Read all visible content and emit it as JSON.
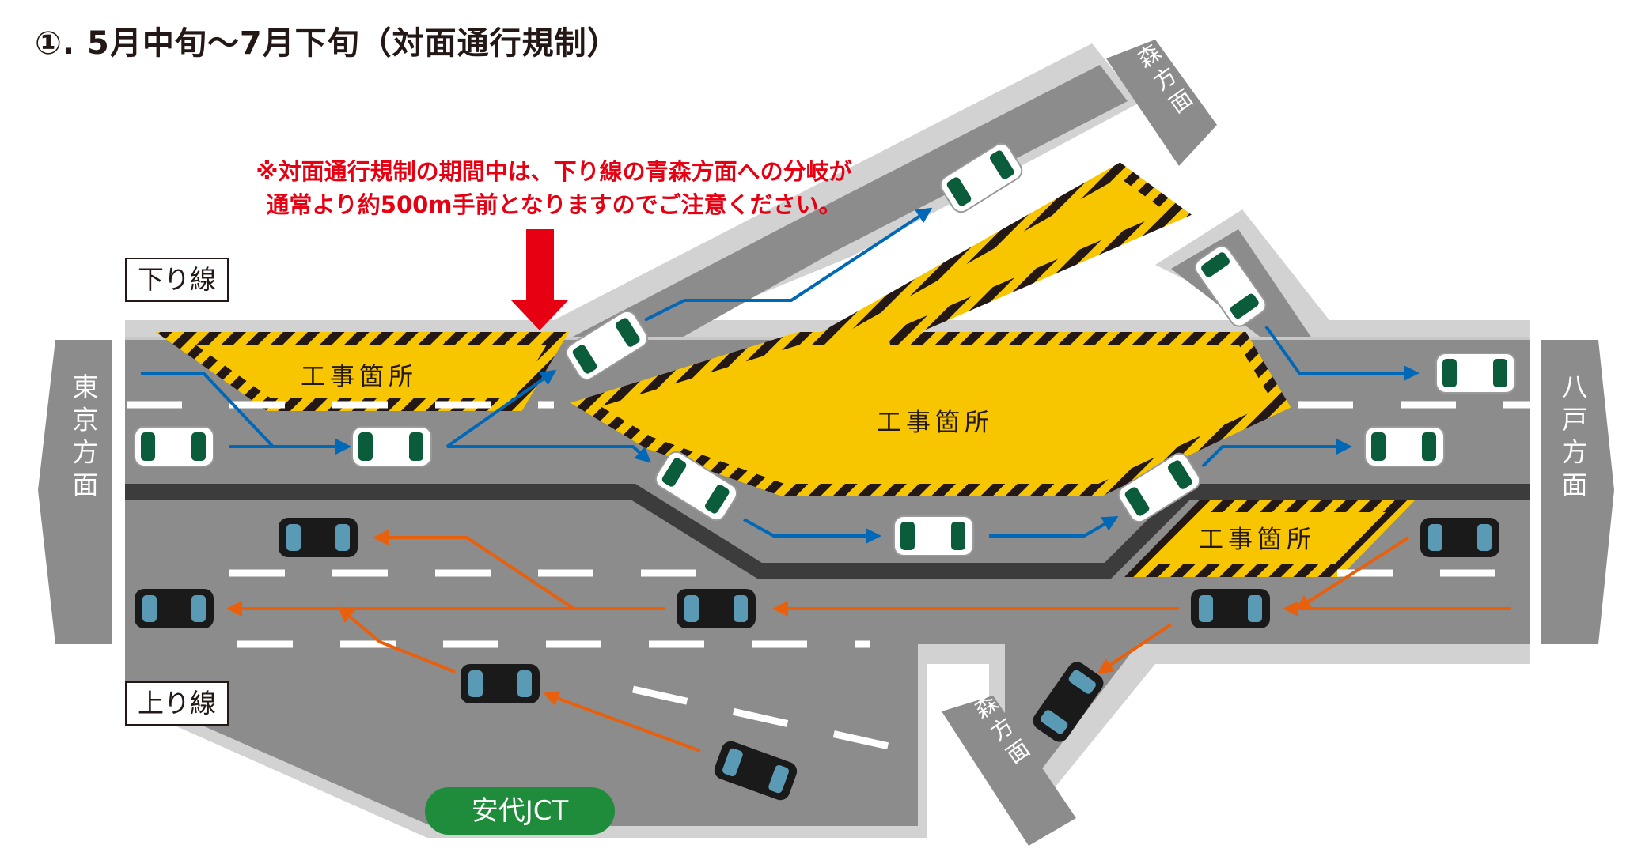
{
  "title": "①. 5月中旬〜7月下旬（対面通行規制）",
  "notice": {
    "line1": "※対面通行規制の期間中は、下り線の青森方面への分岐が",
    "line2": "通常より約500m手前となりますのでご注意ください。"
  },
  "lanes": {
    "outbound": "下り線",
    "inbound": "上り線"
  },
  "junction": "安代JCT",
  "work_zone_label": "工事箇所",
  "destinations": {
    "tokyo": "東京方面",
    "hachinohe": "八戸方面",
    "aomori": "青森方面"
  },
  "colors": {
    "road": "#8c8c8c",
    "shoulder": "#d2d2d2",
    "divider": "#3c3c3c",
    "work_zone": "#f8c600",
    "hazard": "#231815",
    "outbound_arrow": "#0068b7",
    "inbound_arrow": "#e8600c",
    "notice_arrow": "#e60012",
    "junction_badge": "#1f8c3b"
  }
}
